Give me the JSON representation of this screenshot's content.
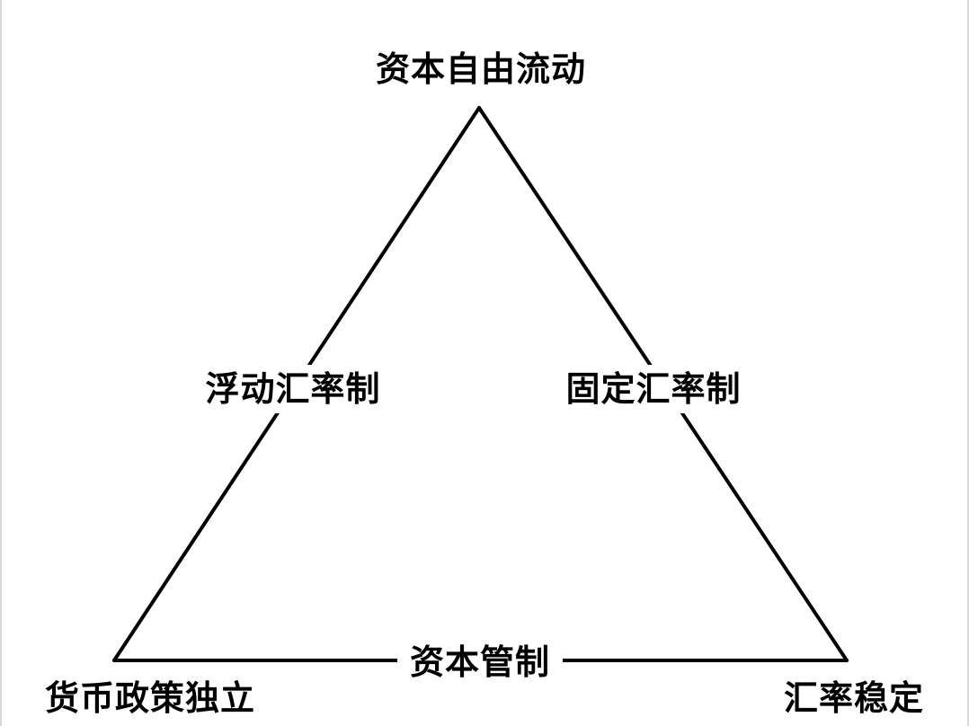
{
  "diagram": {
    "vertices": {
      "top": "资本自由流动",
      "bottom_left": "货币政策独立",
      "bottom_right": "汇率稳定"
    },
    "edges": {
      "left": "浮动汇率制",
      "right": "固定汇率制",
      "bottom": "资本管制"
    },
    "colors": {
      "line": "#000000",
      "text": "#000000",
      "background": "#ffffff"
    }
  }
}
